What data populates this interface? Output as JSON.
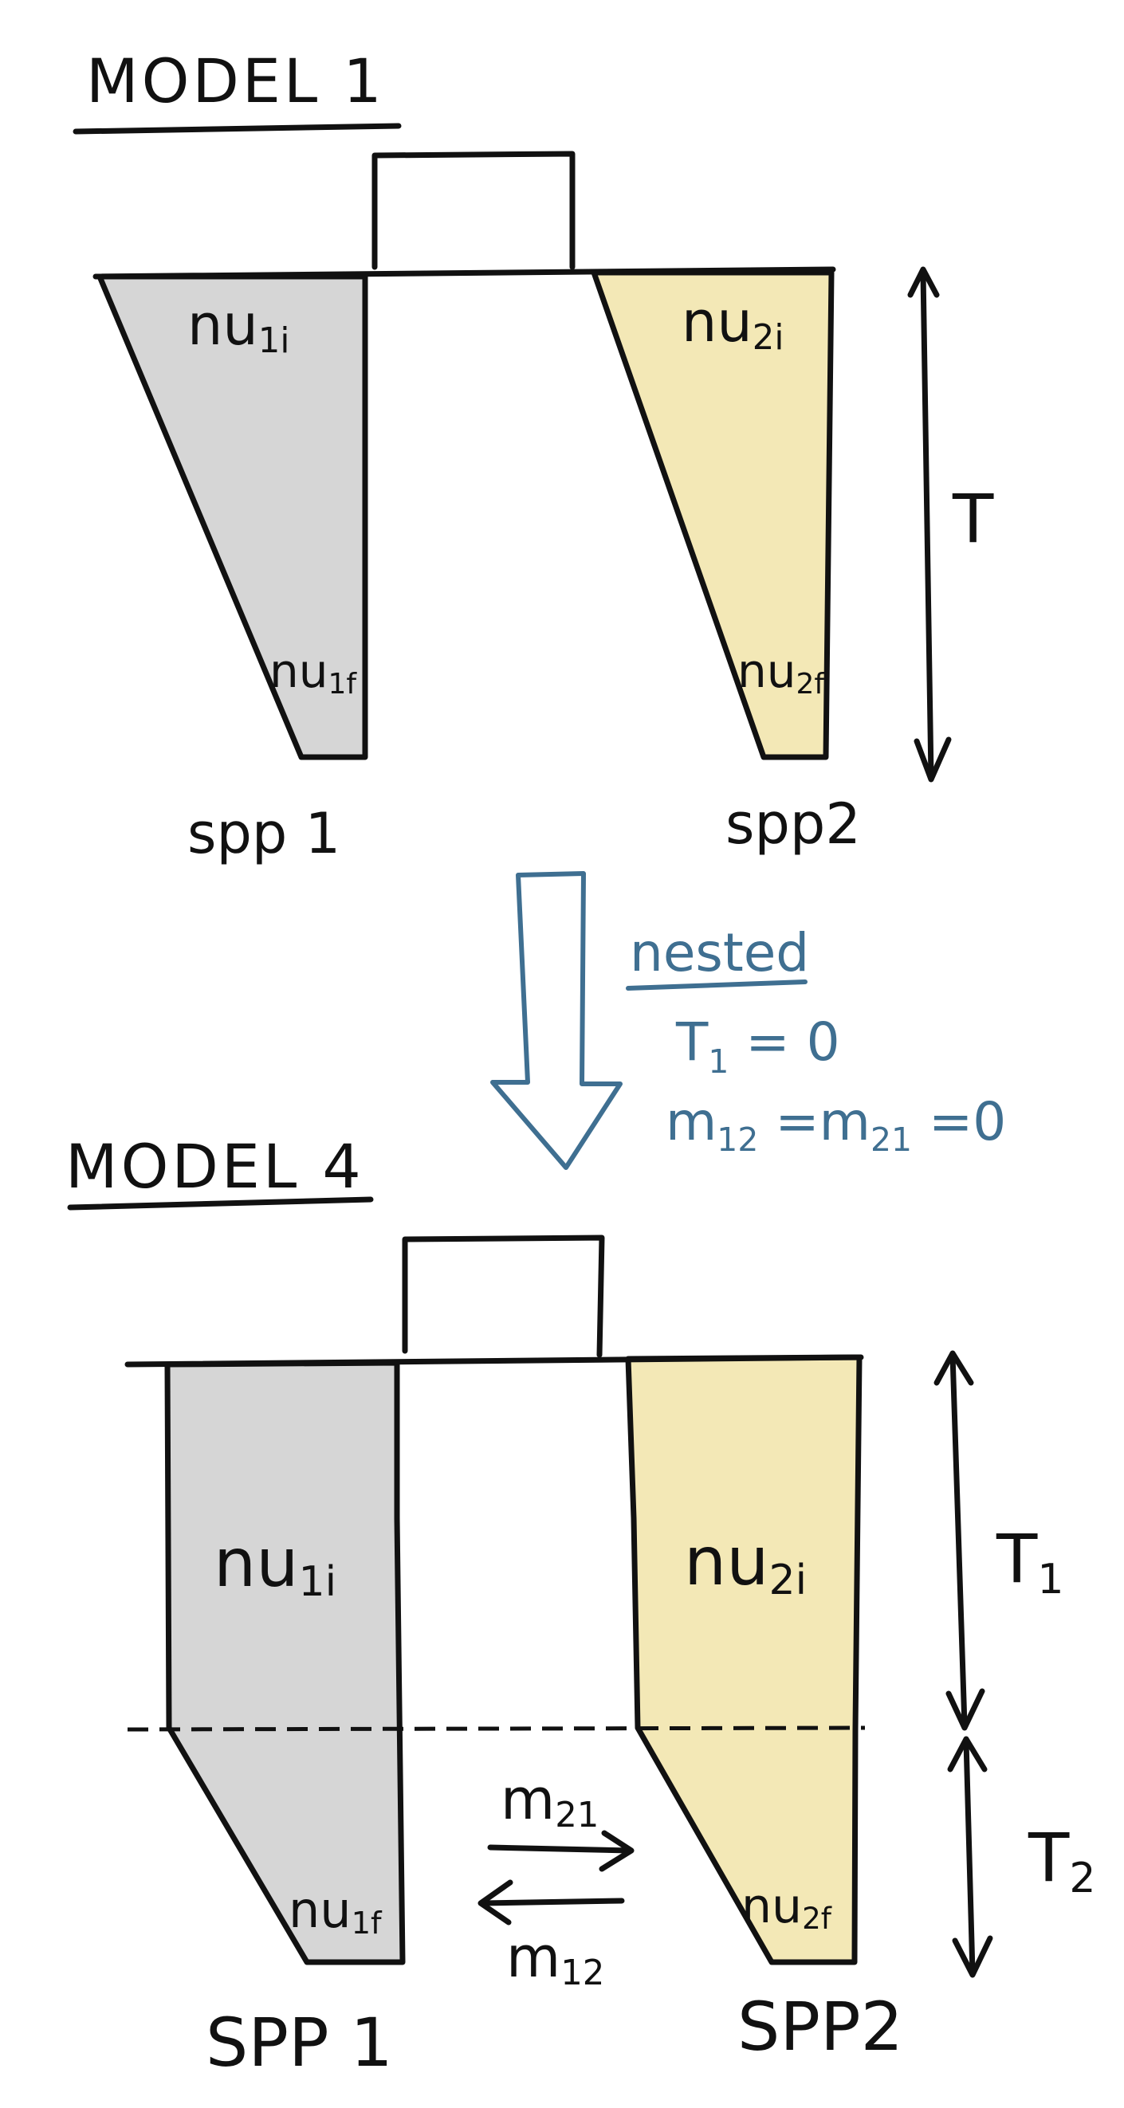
{
  "model1": {
    "title": "MODEL 1",
    "pop1_initial": "nu",
    "pop1_initial_sub": "1i",
    "pop1_final": "nu",
    "pop1_final_sub": "1f",
    "pop2_initial": "nu",
    "pop2_initial_sub": "2i",
    "pop2_final": "nu",
    "pop2_final_sub": "2f",
    "time_label": "T",
    "species1": "spp 1",
    "species2": "spp2"
  },
  "nesting": {
    "label": "nested",
    "condition1": "T",
    "condition1_sub": "1",
    "condition1_rest": " = 0",
    "condition2_a": "m",
    "condition2_a_sub": "12",
    "condition2_mid": " =m",
    "condition2_b_sub": "21",
    "condition2_rest": " =0"
  },
  "model4": {
    "title": "MODEL 4",
    "pop1_initial": "nu",
    "pop1_initial_sub": "1i",
    "pop1_final": "nu",
    "pop1_final_sub": "1f",
    "pop2_initial": "nu",
    "pop2_initial_sub": "2i",
    "pop2_final": "nu",
    "pop2_final_sub": "2f",
    "time1_label": "T",
    "time1_sub": "1",
    "time2_label": "T",
    "time2_sub": "2",
    "migration_21": "m",
    "migration_21_sub": "21",
    "migration_12": "m",
    "migration_12_sub": "12",
    "species1": "SPP 1",
    "species2": "SPP2"
  },
  "colors": {
    "pop1_fill": "#d6d6d6",
    "pop2_fill": "#f3e8b6",
    "ink": "#111111",
    "nesting_blue": "#3f6f91"
  }
}
